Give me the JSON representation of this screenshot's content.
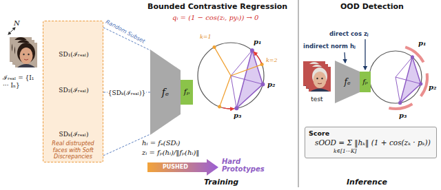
{
  "diagram": {
    "nodes": [
      {
        "text": [
          "Real distrupted faces with Soft Discrepancies"
        ]
      },
      {
        "text": [
          "SD₁(ℐᵣₑₐₗ)"
        ],
        "in": 0
      },
      {
        "text": [
          "SD₂(ℐᵣₑₐₗ)"
        ],
        "in": 0
      },
      {
        "text": [
          "SDₖ(ℐᵣₑₐₗ)"
        ],
        "in": 0
      },
      {
        "text": [
          "fₑ"
        ]
      },
      {
        "text": [
          "fₚ"
        ]
      },
      {
        "text": [
          "test"
        ]
      },
      {
        "text": [
          "fₑ"
        ]
      },
      {
        "text": [
          "fₚ"
        ]
      },
      {
        "text": [
          "Score",
          "sOOD = Σ ‖hₖ‖ (1 + cos(zₖ · pₖ))",
          "k∈[1···K]"
        ]
      }
    ],
    "edges": [
      {
        "from": 0,
        "to": 4,
        "label": "{SDₖ(ℐᵣₑₐₗ)}",
        "arrow": "none"
      }
    ],
    "labels": [
      "Bounded Contrastive Regression",
      "qᵢ = (1 − cos(zᵢ, pyᵢ)) → 0",
      "N",
      "ℐᵣₑₐₗ = {I₁ ··· Iₙ}",
      "Random Subset",
      "hᵢ = fₑ(SDᵢ)",
      "zᵢ = fₚ(hᵢ)/‖fₚ(hᵢ)‖",
      "k=1",
      "k=2",
      "p₁",
      "p₂",
      "p₃",
      "PUSHED",
      "Hard Prototypes",
      "Training",
      "OOD Detection",
      "direct cos zⱼ",
      "indirect norm hⱼ",
      "p₁",
      "p₂",
      "p₃",
      "Inference"
    ]
  }
}
